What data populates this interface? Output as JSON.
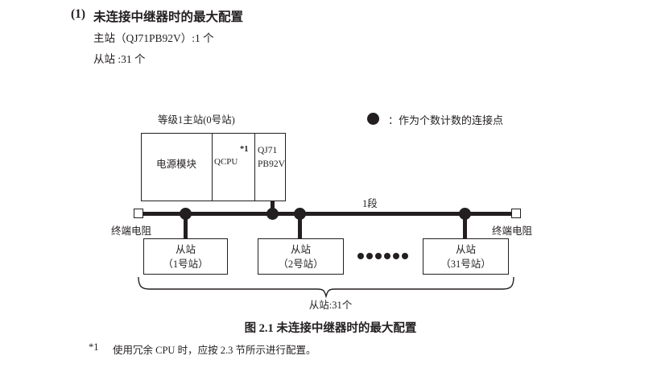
{
  "heading": {
    "number": "(1)",
    "title": "未连接中继器时的最大配置",
    "line_master": "主站（QJ71PB92V）:1 个",
    "line_slave": "从站 :31 个"
  },
  "legend": {
    "icon": "filled-circle-icon",
    "separator": "：",
    "text": "作为个数计数的连接点"
  },
  "diagram": {
    "master_label": "等级1主站(0号站)",
    "module": {
      "power_supply": "电源模块",
      "cpu": "QCPU",
      "cpu_footnote_mark": "*1",
      "network_line1": "QJ71",
      "network_line2": "PB92V"
    },
    "segment_label": "1段",
    "terminator_left": "终端电阻",
    "terminator_right": "终端电阻",
    "slaves": [
      {
        "title": "从站",
        "station": "（1号站）"
      },
      {
        "title": "从站",
        "station": "（2号站）"
      },
      {
        "title": "从站",
        "station": "（31号站）"
      }
    ],
    "ellipsis_count": 6,
    "brace_label": "从站:31个"
  },
  "figure": {
    "caption": "图 2.1  未连接中继器时的最大配置",
    "footnote_mark": "*1",
    "footnote_text": "使用冗余 CPU 时，应按 2.3 节所示进行配置。"
  },
  "colors": {
    "ink": "#231f20",
    "paper": "#ffffff"
  }
}
